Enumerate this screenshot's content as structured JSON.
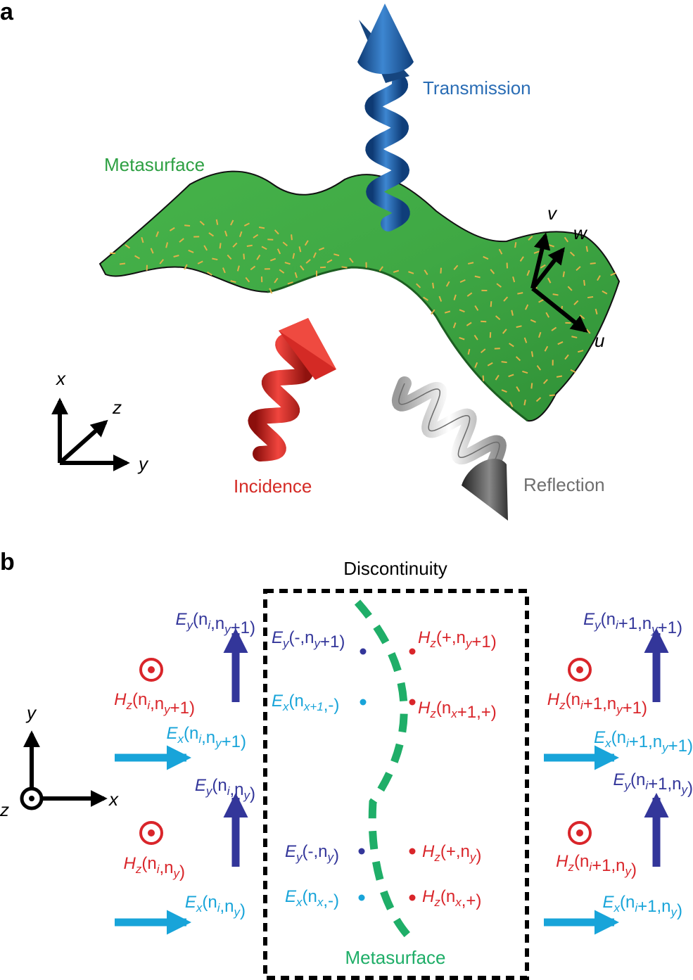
{
  "panels": {
    "a": "a",
    "b": "b"
  },
  "colors": {
    "metasurface": "#2ea043",
    "transmission": "#2a6db5",
    "incidence": "#d42a25",
    "reflection": "#7a7a7a",
    "ey": "#33369a",
    "ex": "#18a4d9",
    "hz": "#d9252a",
    "dashed_curve": "#1fae68"
  },
  "panel_a": {
    "labels": {
      "metasurface": "Metasurface",
      "transmission": "Transmission",
      "incidence": "Incidence",
      "reflection": "Reflection"
    },
    "axes": {
      "x": "x",
      "y": "y",
      "z": "z"
    },
    "local_axes": {
      "u": "u",
      "v": "v",
      "w": "w"
    }
  },
  "panel_b": {
    "title": "Discontinuity",
    "metasurface_label": "Metasurface",
    "axes": {
      "x": "x",
      "y": "y",
      "z": "z"
    },
    "left": {
      "ey_top": {
        "s": "y",
        "args": [
          {
            "t": "n"
          },
          {
            "s": "i"
          },
          {
            "t": ",n"
          },
          {
            "s": "y"
          },
          {
            "t": "+1)"
          }
        ]
      },
      "hz_top": {
        "s": "z",
        "args": [
          {
            "t": "n"
          },
          {
            "s": "i"
          },
          {
            "t": ",n"
          },
          {
            "s": "y"
          },
          {
            "t": "+1)"
          }
        ]
      },
      "ex_top": {
        "s": "x",
        "args": [
          {
            "t": "n"
          },
          {
            "s": "i"
          },
          {
            "t": ",n"
          },
          {
            "s": "y"
          },
          {
            "t": "+1)"
          }
        ]
      },
      "ey_bot": {
        "s": "y",
        "args": [
          {
            "t": "n"
          },
          {
            "s": "i"
          },
          {
            "t": ",n"
          },
          {
            "s": "y"
          },
          {
            "t": ")"
          }
        ]
      },
      "hz_bot": {
        "s": "z",
        "args": [
          {
            "t": "n"
          },
          {
            "s": "i"
          },
          {
            "t": ",n"
          },
          {
            "s": "y"
          },
          {
            "t": ")"
          }
        ]
      },
      "ex_bot": {
        "s": "x",
        "args": [
          {
            "t": "n"
          },
          {
            "s": "i"
          },
          {
            "t": ",n"
          },
          {
            "s": "y"
          },
          {
            "t": ")"
          }
        ]
      }
    },
    "center": {
      "ey_top": {
        "s": "y",
        "args": [
          {
            "t": "-,n"
          },
          {
            "s": "y"
          },
          {
            "t": "+1)"
          }
        ]
      },
      "hz_top": {
        "s": "z",
        "args": [
          {
            "t": "+,n"
          },
          {
            "s": "y"
          },
          {
            "t": "+1)"
          }
        ]
      },
      "ex_top": {
        "s": "x",
        "args": [
          {
            "t": "n"
          },
          {
            "s": "x+1"
          },
          {
            "t": ",-)"
          }
        ]
      },
      "hz_mid": {
        "s": "z",
        "args": [
          {
            "t": "n"
          },
          {
            "s": "x"
          },
          {
            "t": "+1,+)"
          }
        ]
      },
      "ey_bot": {
        "s": "y",
        "args": [
          {
            "t": "-,n"
          },
          {
            "s": "y"
          },
          {
            "t": ")"
          }
        ]
      },
      "hz_bot": {
        "s": "z",
        "args": [
          {
            "t": "+,n"
          },
          {
            "s": "y"
          },
          {
            "t": ")"
          }
        ]
      },
      "ex_bot": {
        "s": "x",
        "args": [
          {
            "t": "n"
          },
          {
            "s": "x"
          },
          {
            "t": ",-)"
          }
        ]
      },
      "hz_bot2": {
        "s": "z",
        "args": [
          {
            "t": "n"
          },
          {
            "s": "x"
          },
          {
            "t": ",+)"
          }
        ]
      }
    },
    "right": {
      "ey_top": {
        "s": "y",
        "args": [
          {
            "t": "n"
          },
          {
            "s": "i"
          },
          {
            "t": "+1,n"
          },
          {
            "s": "y"
          },
          {
            "t": "+1)"
          }
        ]
      },
      "hz_top": {
        "s": "z",
        "args": [
          {
            "t": "n"
          },
          {
            "s": "i"
          },
          {
            "t": "+1,n"
          },
          {
            "s": "y"
          },
          {
            "t": "+1)"
          }
        ]
      },
      "ex_top": {
        "s": "x",
        "args": [
          {
            "t": "n"
          },
          {
            "s": "i"
          },
          {
            "t": "+1,n"
          },
          {
            "s": "y"
          },
          {
            "t": "+1)"
          }
        ]
      },
      "ey_bot": {
        "s": "y",
        "args": [
          {
            "t": "n"
          },
          {
            "s": "i"
          },
          {
            "t": "+1,n"
          },
          {
            "s": "y"
          },
          {
            "t": ")"
          }
        ]
      },
      "hz_bot": {
        "s": "z",
        "args": [
          {
            "t": "n"
          },
          {
            "s": "i"
          },
          {
            "t": "+1,n"
          },
          {
            "s": "y"
          },
          {
            "t": ")"
          }
        ]
      },
      "ex_bot": {
        "s": "x",
        "args": [
          {
            "t": "n"
          },
          {
            "s": "i"
          },
          {
            "t": "+1,n"
          },
          {
            "s": "y"
          },
          {
            "t": ")"
          }
        ]
      }
    }
  }
}
